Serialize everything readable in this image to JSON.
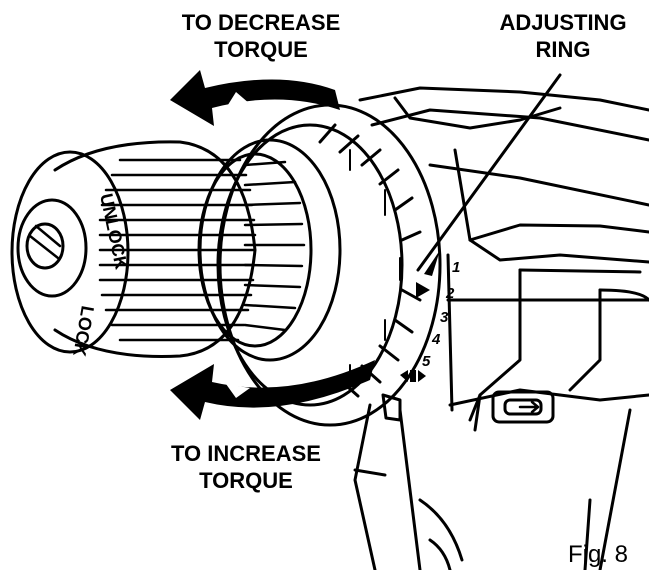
{
  "labels": {
    "decrease_line1": "TO DECREASE",
    "decrease_line2": "TORQUE",
    "increase_line1": "TO INCREASE",
    "increase_line2": "TORQUE",
    "ring_line1": "ADJUSTING",
    "ring_line2": "RING",
    "figure": "Fig. 8"
  },
  "chuck_text": {
    "unlock": "UNLOCK",
    "lock": "LOCK"
  },
  "torque_scale": {
    "settings": [
      "1",
      "2",
      "3",
      "4",
      "5"
    ],
    "drill_symbol": "drill-mode-symbol",
    "pointer": "triangle-pointer-icon"
  },
  "colors": {
    "ink": "#000000",
    "paper": "#ffffff"
  }
}
